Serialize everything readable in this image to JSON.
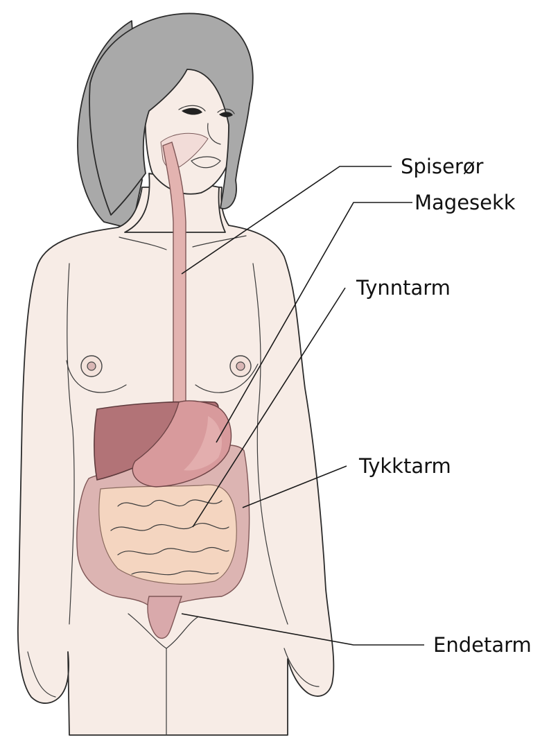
{
  "labels": {
    "esophagus": "Spiserør",
    "stomach": "Magesekk",
    "small_intestine": "Tynntarm",
    "large_intestine": "Tykktarm",
    "rectum": "Endetarm"
  },
  "colors": {
    "skin": "#f7ece6",
    "hair": "#a9a9a9",
    "esophagus": "#e3b3b0",
    "liver": "#b27377",
    "stomach": "#d89a9c",
    "large_intestine": "#dcb4b2",
    "small_intestine": "#f4d5c0",
    "rectum": "#d9a9ab",
    "line": "#1a1a1a"
  }
}
